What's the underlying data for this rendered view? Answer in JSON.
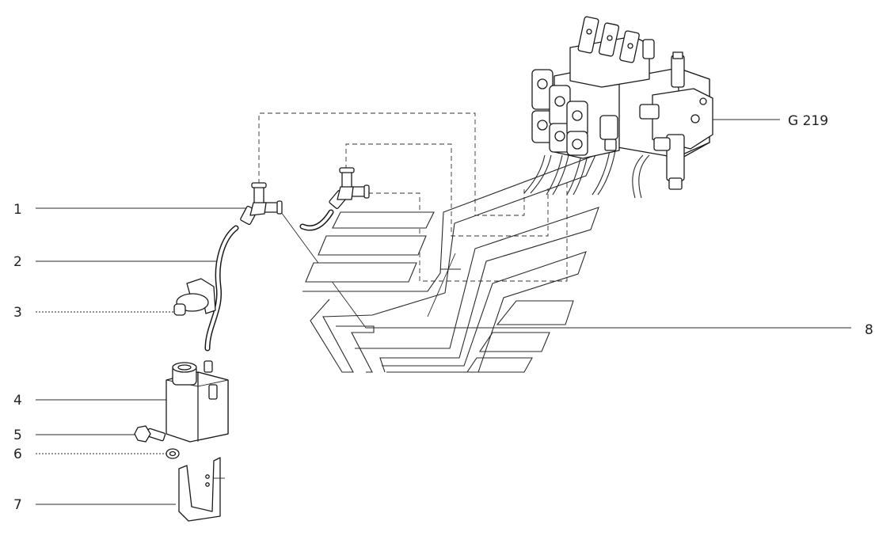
{
  "callouts": [
    {
      "id": "1",
      "label": "1"
    },
    {
      "id": "2",
      "label": "2"
    },
    {
      "id": "3",
      "label": "3"
    },
    {
      "id": "4",
      "label": "4"
    },
    {
      "id": "5",
      "label": "5"
    },
    {
      "id": "6",
      "label": "6"
    },
    {
      "id": "7",
      "label": "7"
    },
    {
      "id": "8",
      "label": "8"
    }
  ],
  "reference": {
    "label": "G 219"
  },
  "colors": {
    "line": "#1a1a1a",
    "background": "#ffffff",
    "shade": "#d9d9d9"
  }
}
